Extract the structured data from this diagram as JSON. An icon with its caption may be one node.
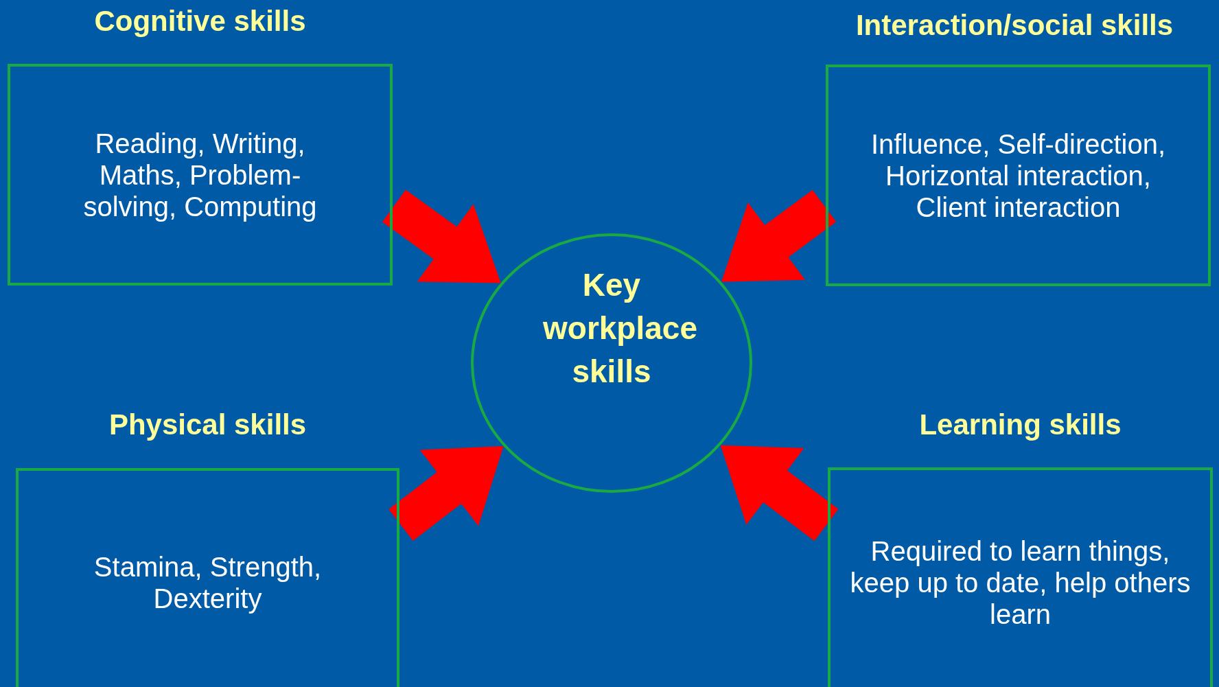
{
  "diagram": {
    "nodes": [
      {
        "text": [
          "Cognitive skills",
          "Reading, Writing, Maths, Problem-solving, Computing"
        ]
      },
      {
        "text": [
          "Interaction/social skills",
          "Influence, Self-direction, Horizontal interaction, Client interaction"
        ]
      },
      {
        "text": [
          "Key workplace skills"
        ]
      },
      {
        "text": [
          "Physical skills",
          "Stamina, Strength, Dexterity"
        ]
      },
      {
        "text": [
          "Learning skills",
          "Required to learn things, keep up to date, help others learn"
        ]
      }
    ],
    "edges": [
      {
        "from": 0,
        "to": 2,
        "arrow": "to"
      },
      {
        "from": 1,
        "to": 2,
        "arrow": "to"
      },
      {
        "from": 3,
        "to": 2,
        "arrow": "to"
      },
      {
        "from": 4,
        "to": 2,
        "arrow": "to"
      }
    ]
  }
}
